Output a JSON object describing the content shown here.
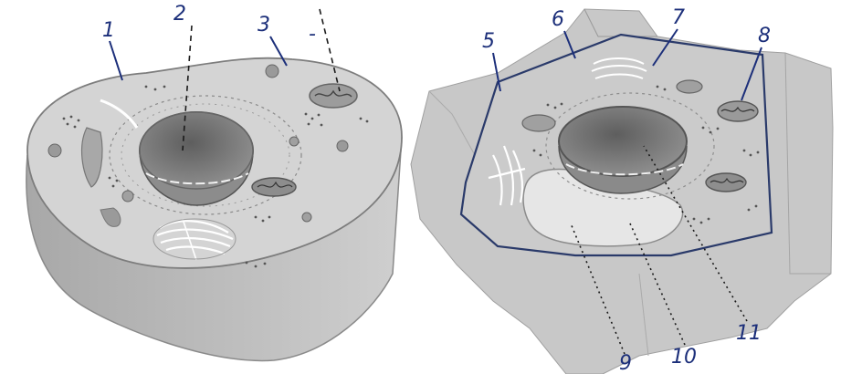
{
  "labels": {
    "n1": "1",
    "n2": "2",
    "n3": "3",
    "n4": "-",
    "n5": "5",
    "n6": "6",
    "n7": "7",
    "n8": "8",
    "n9": "9",
    "n10": "10",
    "n11": "11"
  },
  "colors": {
    "ink": "#1c2f7a",
    "cell_fill": "#bdbdbd",
    "cell_top": "#d6d6d6",
    "nucleus": "#7a7a7a"
  }
}
